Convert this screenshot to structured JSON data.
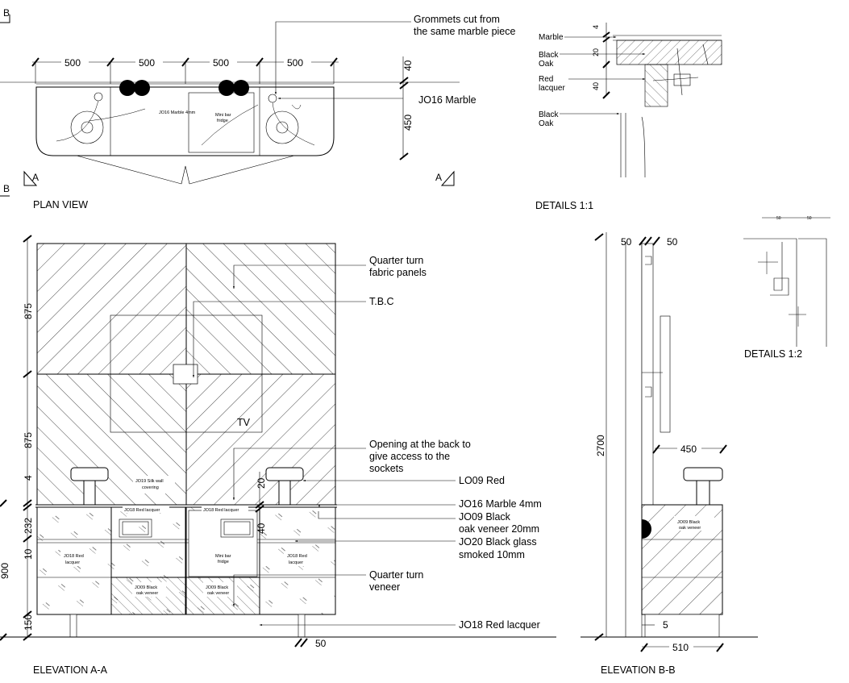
{
  "plan": {
    "title": "PLAN VIEW",
    "section_b": "B",
    "section_a": "A",
    "dims": [
      "500",
      "500",
      "500",
      "500"
    ],
    "dim_top": "40",
    "dim_depth": "450",
    "note_grommets": [
      "Grommets cut from",
      "the same marble piece"
    ],
    "note_marble": "JO16 Marble",
    "label_marble_top": "JO16 Marble 4mm",
    "label_fridge": [
      "Mini bar",
      "fridge"
    ]
  },
  "details_1_1": {
    "title": "DETAILS 1:1",
    "labels": [
      "Marble",
      "Black",
      "Oak",
      "Red",
      "lacquer",
      "Black",
      "Oak"
    ],
    "dims": [
      "4",
      "20",
      "40"
    ]
  },
  "details_1_2": {
    "title": "DETAILS 1:2",
    "dims": [
      "50",
      "50"
    ]
  },
  "elevation_a": {
    "title": "ELEVATION A-A",
    "dims_left": [
      "875",
      "875",
      "4",
      "232",
      "10",
      "900",
      "150"
    ],
    "dim_20": "20",
    "dim_40": "40",
    "dim_50": "50",
    "tv": "TV",
    "callouts": {
      "fabric": [
        "Quarter turn",
        "fabric panels"
      ],
      "tbc": "T.B.C",
      "opening": [
        "Opening at the back to",
        "give access to the",
        "sockets"
      ],
      "lo09": "LO09 Red",
      "materials": [
        "JO16 Marble 4mm",
        "JO09 Black",
        "oak veneer 20mm",
        "JO20 Black glass",
        "smoked 10mm"
      ],
      "veneer": [
        "Quarter turn",
        "veneer"
      ],
      "jo18": "JO18 Red lacquer"
    },
    "small": {
      "silk": [
        "JO19 Silk wall",
        "covering"
      ],
      "red_lacquer_bar": "JO18 Red lacquer",
      "jo18_red": [
        "JO18 Red",
        "lacquer"
      ],
      "jo09_black": [
        "JO09 Black",
        "oak veneer"
      ],
      "fridge": [
        "Mini bar",
        "fridge"
      ]
    }
  },
  "elevation_b": {
    "title": "ELEVATION B-B",
    "dim_2700": "2700",
    "dim_50a": "50",
    "dim_50b": "50",
    "dim_450": "450",
    "dim_5": "5",
    "dim_510": "510",
    "small_jo09": [
      "JO09 Black",
      "oak veneer"
    ]
  }
}
